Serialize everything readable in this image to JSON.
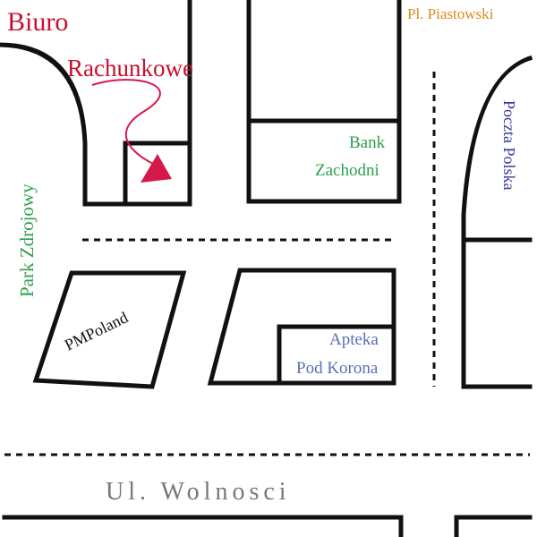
{
  "labels": {
    "office_line1": "Biuro",
    "office_line2": "Rachunkowe",
    "square": "Pl. Piastowski",
    "bank_line1": "Bank",
    "bank_line2": "Zachodni",
    "post_office": "Poczta Polska",
    "park": "Park Zdrojowy",
    "pmpoland": "PMPoland",
    "pharmacy_line1": "Apteka",
    "pharmacy_line2": "Pod Korona",
    "street": "Ul. Wolnosci"
  },
  "colors": {
    "office": "#c8102e",
    "arrow": "#d4184a",
    "square": "#d98a1c",
    "bank": "#2e9e4a",
    "post_office": "#3a3a9a",
    "park": "#2e9e4a",
    "pmpoland": "#111111",
    "pharmacy": "#5a6fb0",
    "street": "#777777",
    "lines": "#111111"
  }
}
